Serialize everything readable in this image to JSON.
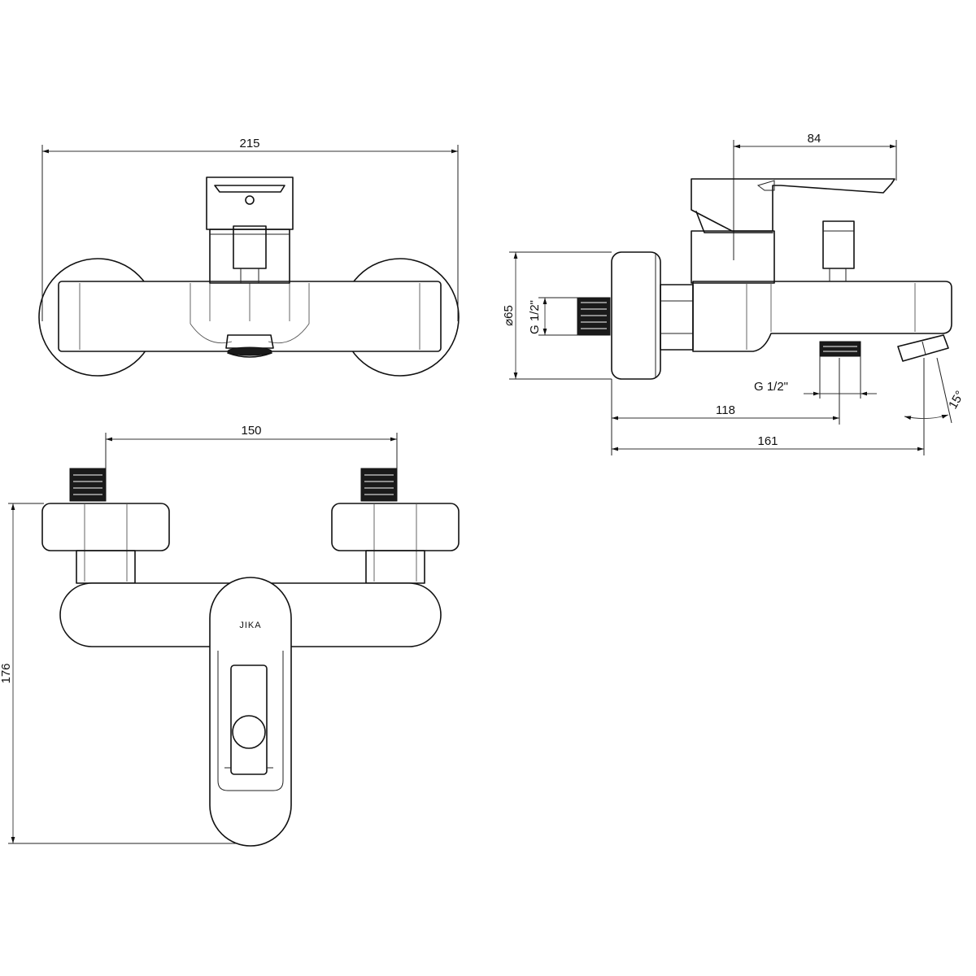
{
  "brand_logo": "JIKA",
  "front_view": {
    "width_dim": "215"
  },
  "side_view": {
    "lever_dim": "84",
    "diameter_dim": "⌀65",
    "inlet_thread": "G 1/2\"",
    "outlet_thread": "G 1/2\"",
    "depth_dim_outlet": "118",
    "depth_dim_total": "161",
    "spout_angle": "15°"
  },
  "top_view": {
    "centers_dim": "150",
    "height_dim": "176"
  }
}
